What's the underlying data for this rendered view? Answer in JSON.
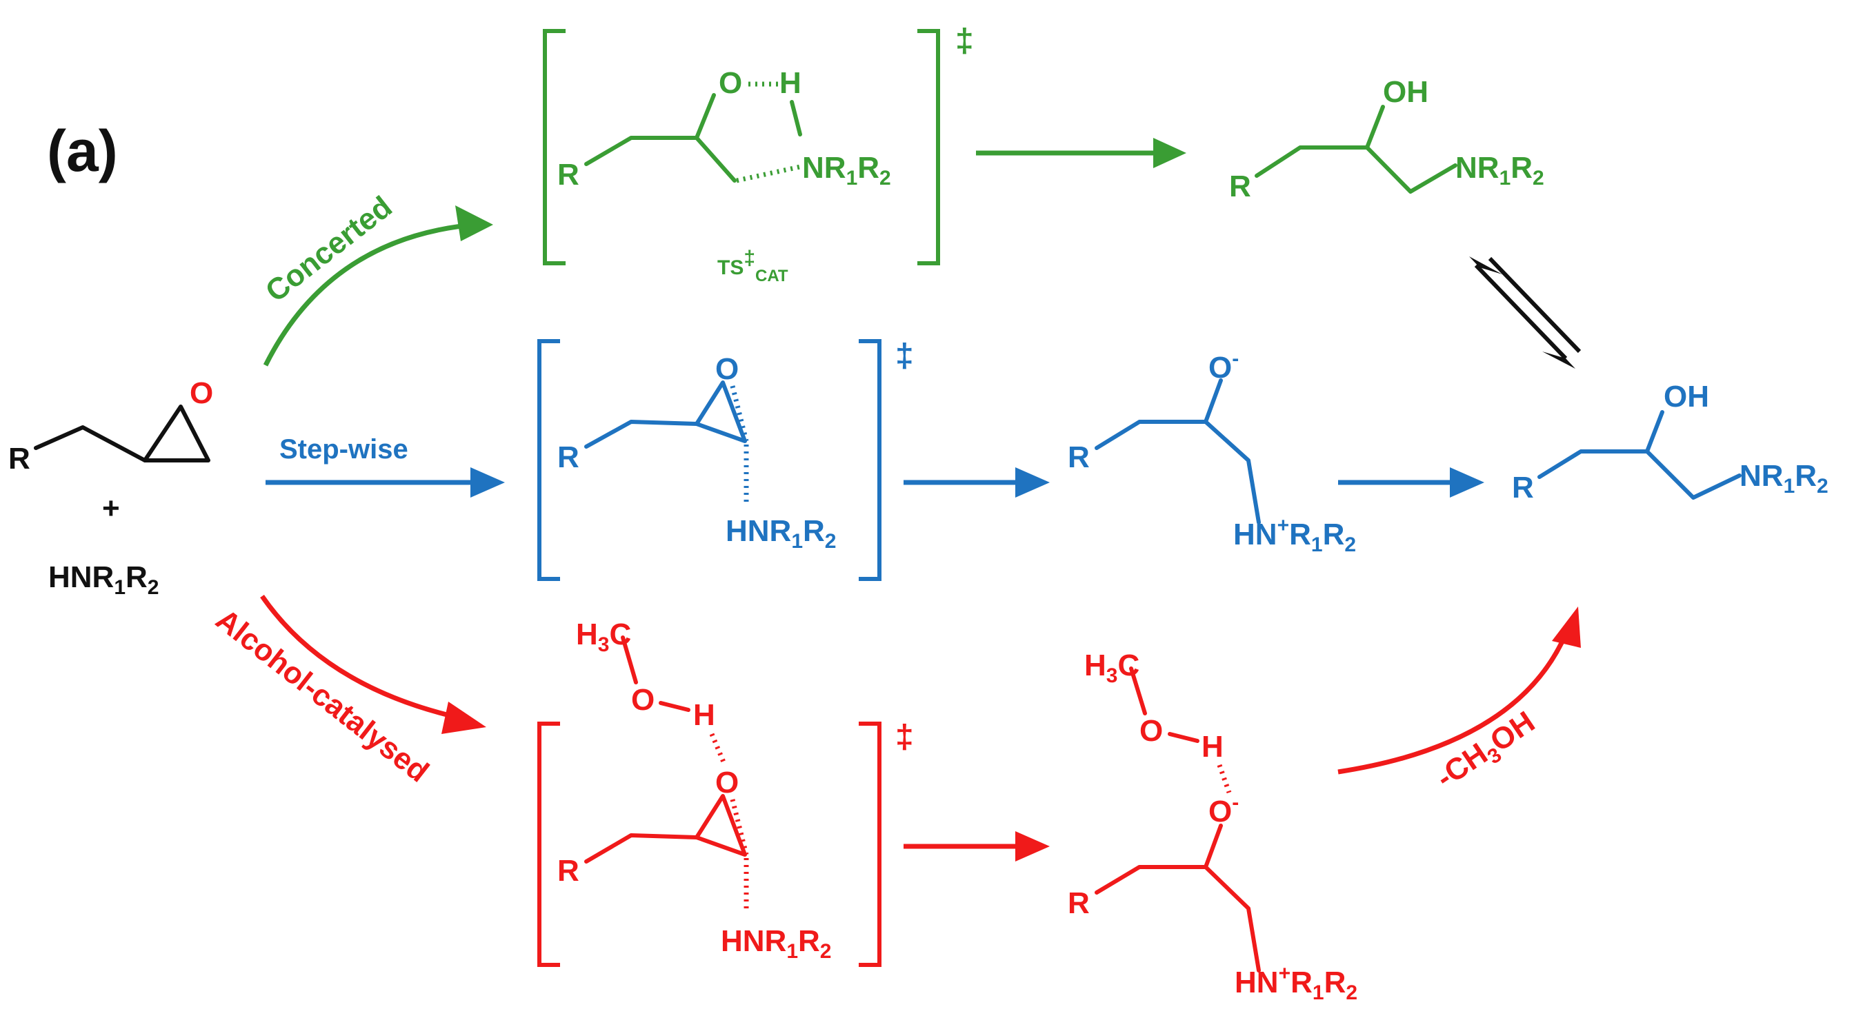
{
  "panel_label": "(a)",
  "colors": {
    "concerted": "#3a9d34",
    "stepwise": "#1f73c0",
    "alcohol": "#f01a1a",
    "reactant": "#111111"
  },
  "reactants": {
    "R": "R",
    "O": "O",
    "plus": "+",
    "amine": "HNR",
    "amine_sub1": "1",
    "amine_R2": "R",
    "amine_sub2": "2"
  },
  "pathways": {
    "concerted": "Concerted",
    "stepwise": "Step-wise",
    "alcohol": "Alcohol-catalysed"
  },
  "dagger": "‡",
  "ts_cat": {
    "label": "TS",
    "sup": "‡",
    "sub": "CAT"
  },
  "atoms": {
    "R": "R",
    "O": "O",
    "H": "H",
    "OH": "OH",
    "O_minus": "-",
    "N": "NR",
    "n1": "1",
    "R2": "R",
    "n2": "2",
    "HN": "HNR",
    "HNplus": "HN",
    "plus": "+",
    "H3C_H": "H",
    "H3C_3": "3",
    "H3C_C": "C",
    "OH_bond_O": "O",
    "OH_bond_H": "H"
  },
  "loss_label": {
    "pre": "-CH",
    "sub": "3",
    "post": "OH"
  }
}
